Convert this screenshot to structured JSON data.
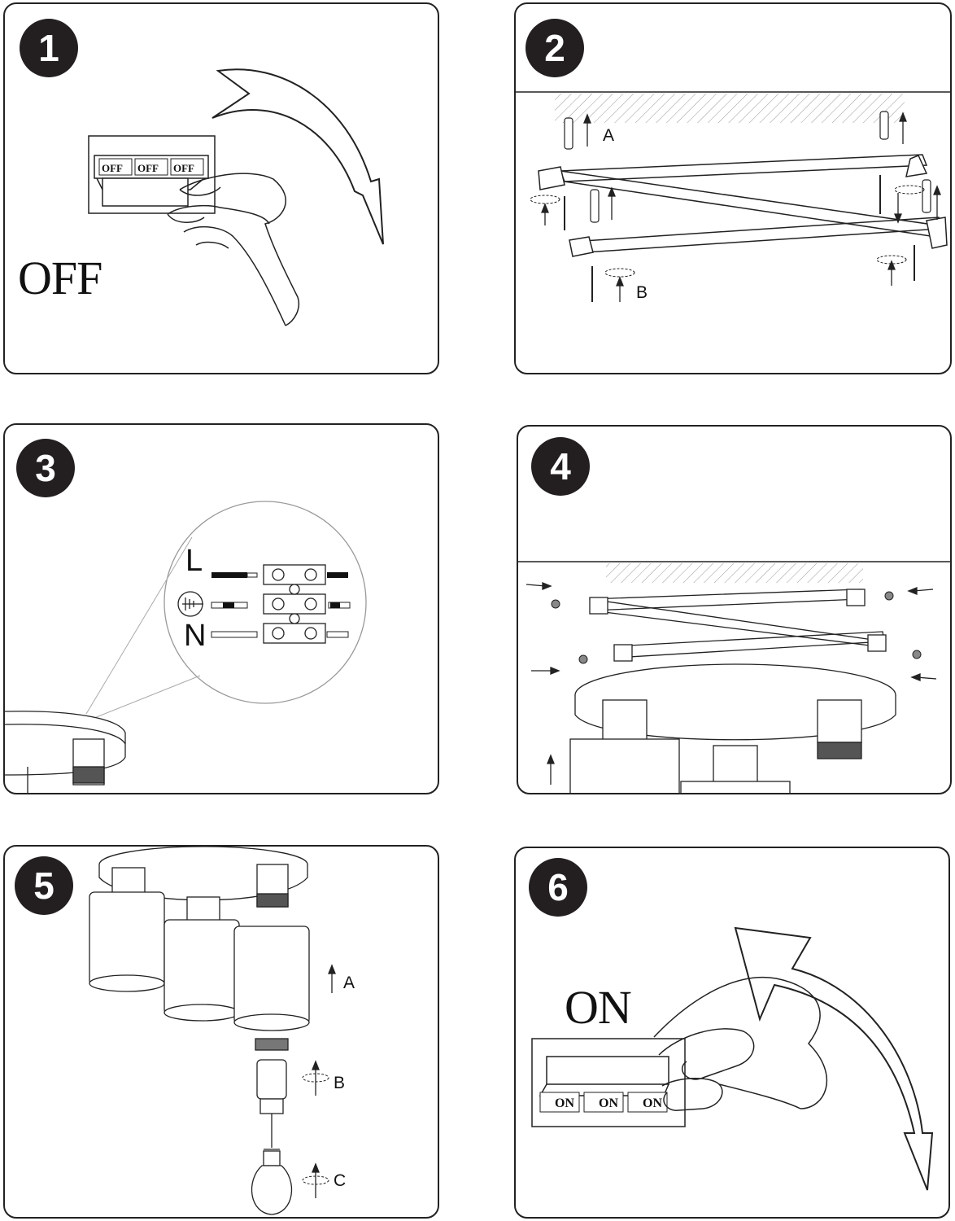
{
  "steps": [
    {
      "number": "1",
      "word": "OFF",
      "switch_label": "OFF"
    },
    {
      "number": "2",
      "label_a": "A",
      "label_b": "B"
    },
    {
      "number": "3",
      "wire_l": "L",
      "wire_n": "N"
    },
    {
      "number": "4"
    },
    {
      "number": "5",
      "label_a": "A",
      "label_b": "B",
      "label_c": "C"
    },
    {
      "number": "6",
      "word": "ON",
      "switch_label": "ON"
    }
  ],
  "icons": {
    "earth": "ground-symbol-icon",
    "hand": "hand-icon",
    "arrow": "curved-arrow-icon"
  }
}
